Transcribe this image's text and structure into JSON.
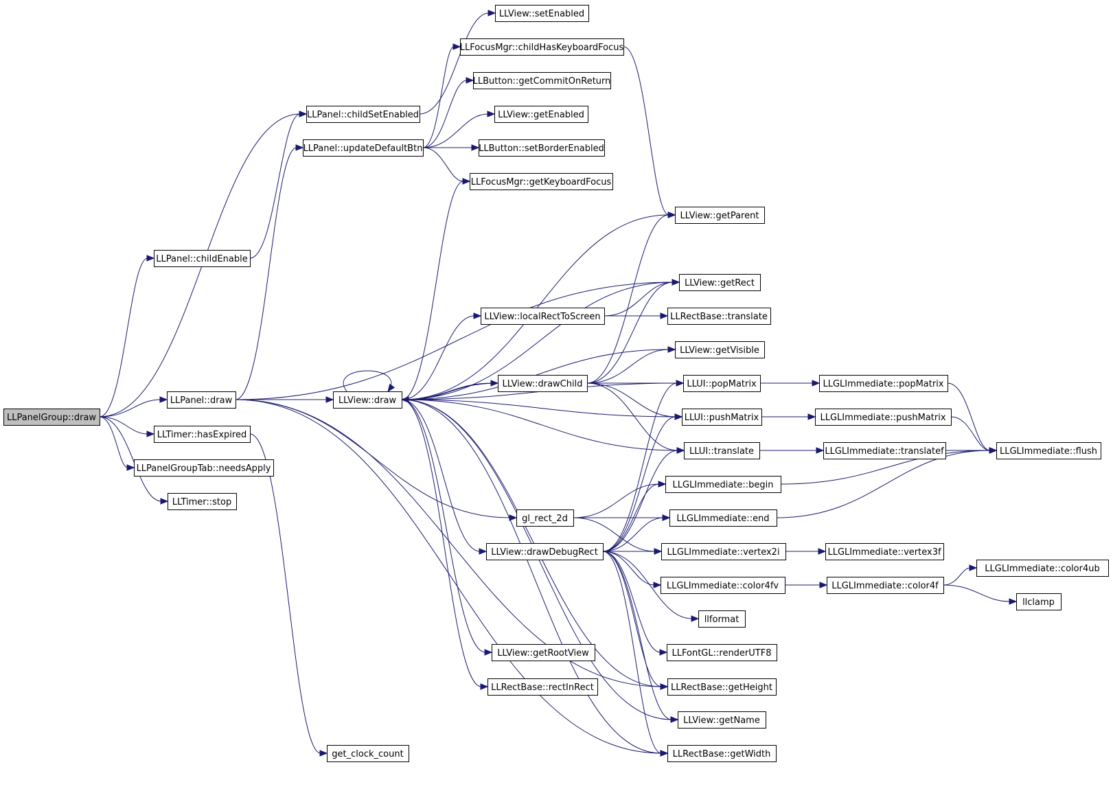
{
  "nodes": [
    {
      "id": "panelgroup_draw",
      "label": "LLPanelGroup::draw",
      "root": true
    },
    {
      "id": "panel_childsetenabled",
      "label": "LLPanel::childSetEnabled"
    },
    {
      "id": "panel_updatedefaultbtn",
      "label": "LLPanel::updateDefaultBtn"
    },
    {
      "id": "panel_childenable",
      "label": "LLPanel::childEnable"
    },
    {
      "id": "panel_draw",
      "label": "LLPanel::draw"
    },
    {
      "id": "timer_hasexpired",
      "label": "LLTimer::hasExpired"
    },
    {
      "id": "pgtab_needsapply",
      "label": "LLPanelGroupTab::needsApply"
    },
    {
      "id": "timer_stop",
      "label": "LLTimer::stop"
    },
    {
      "id": "get_clock_count",
      "label": "get_clock_count"
    },
    {
      "id": "view_setenabled",
      "label": "LLView::setEnabled"
    },
    {
      "id": "focus_childhaskbfocus",
      "label": "LLFocusMgr::childHasKeyboardFocus"
    },
    {
      "id": "button_getcommitonreturn",
      "label": "LLButton::getCommitOnReturn"
    },
    {
      "id": "view_getenabled",
      "label": "LLView::getEnabled"
    },
    {
      "id": "button_setborderenabled",
      "label": "LLButton::setBorderEnabled"
    },
    {
      "id": "focus_getkbfocus",
      "label": "LLFocusMgr::getKeyboardFocus"
    },
    {
      "id": "view_draw",
      "label": "LLView::draw"
    },
    {
      "id": "view_localrecttoscreen",
      "label": "LLView::localRectToScreen"
    },
    {
      "id": "view_drawchild",
      "label": "LLView::drawChild"
    },
    {
      "id": "gl_rect_2d",
      "label": "gl_rect_2d"
    },
    {
      "id": "view_drawdebugrect",
      "label": "LLView::drawDebugRect"
    },
    {
      "id": "view_getrootview",
      "label": "LLView::getRootView"
    },
    {
      "id": "rectbase_rectinrect",
      "label": "LLRectBase::rectInRect"
    },
    {
      "id": "view_getparent",
      "label": "LLView::getParent"
    },
    {
      "id": "view_getrect",
      "label": "LLView::getRect"
    },
    {
      "id": "rectbase_translate",
      "label": "LLRectBase::translate"
    },
    {
      "id": "view_getvisible",
      "label": "LLView::getVisible"
    },
    {
      "id": "ui_popmatrix",
      "label": "LLUI::popMatrix"
    },
    {
      "id": "ui_pushmatrix",
      "label": "LLUI::pushMatrix"
    },
    {
      "id": "ui_translate",
      "label": "LLUI::translate"
    },
    {
      "id": "gl_begin",
      "label": "LLGLImmediate::begin"
    },
    {
      "id": "gl_end",
      "label": "LLGLImmediate::end"
    },
    {
      "id": "gl_vertex2i",
      "label": "LLGLImmediate::vertex2i"
    },
    {
      "id": "gl_color4fv",
      "label": "LLGLImmediate::color4fv"
    },
    {
      "id": "llformat",
      "label": "llformat"
    },
    {
      "id": "fontgl_renderutf8",
      "label": "LLFontGL::renderUTF8"
    },
    {
      "id": "rectbase_getheight",
      "label": "LLRectBase::getHeight"
    },
    {
      "id": "view_getname",
      "label": "LLView::getName"
    },
    {
      "id": "rectbase_getwidth",
      "label": "LLRectBase::getWidth"
    },
    {
      "id": "gl_popmatrix",
      "label": "LLGLImmediate::popMatrix"
    },
    {
      "id": "gl_pushmatrix",
      "label": "LLGLImmediate::pushMatrix"
    },
    {
      "id": "gl_translatef",
      "label": "LLGLImmediate::translatef"
    },
    {
      "id": "gl_vertex3f",
      "label": "LLGLImmediate::vertex3f"
    },
    {
      "id": "gl_color4f",
      "label": "LLGLImmediate::color4f"
    },
    {
      "id": "gl_color4ub",
      "label": "LLGLImmediate::color4ub"
    },
    {
      "id": "llclamp",
      "label": "llclamp"
    },
    {
      "id": "gl_flush",
      "label": "LLGLImmediate::flush"
    }
  ],
  "edges": [
    [
      "panelgroup_draw",
      "panel_childsetenabled"
    ],
    [
      "panelgroup_draw",
      "panel_childenable"
    ],
    [
      "panelgroup_draw",
      "panel_draw"
    ],
    [
      "panelgroup_draw",
      "timer_hasexpired"
    ],
    [
      "panelgroup_draw",
      "pgtab_needsapply"
    ],
    [
      "panelgroup_draw",
      "timer_stop"
    ],
    [
      "panel_childenable",
      "panel_childsetenabled"
    ],
    [
      "panel_childsetenabled",
      "view_setenabled"
    ],
    [
      "panel_draw",
      "panel_updatedefaultbtn"
    ],
    [
      "panel_draw",
      "view_getrect"
    ],
    [
      "panel_draw",
      "view_draw"
    ],
    [
      "panel_draw",
      "gl_rect_2d"
    ],
    [
      "panel_draw",
      "rectbase_getheight"
    ],
    [
      "panel_draw",
      "rectbase_getwidth"
    ],
    [
      "timer_hasexpired",
      "get_clock_count"
    ],
    [
      "panel_updatedefaultbtn",
      "focus_childhaskbfocus"
    ],
    [
      "panel_updatedefaultbtn",
      "button_getcommitonreturn"
    ],
    [
      "panel_updatedefaultbtn",
      "view_getenabled"
    ],
    [
      "panel_updatedefaultbtn",
      "button_setborderenabled"
    ],
    [
      "panel_updatedefaultbtn",
      "focus_getkbfocus"
    ],
    [
      "focus_childhaskbfocus",
      "view_getparent"
    ],
    [
      "view_draw",
      "view_draw"
    ],
    [
      "view_draw",
      "focus_getkbfocus"
    ],
    [
      "view_draw",
      "view_getparent"
    ],
    [
      "view_draw",
      "view_getrect"
    ],
    [
      "view_draw",
      "view_localrecttoscreen"
    ],
    [
      "view_draw",
      "view_getvisible"
    ],
    [
      "view_draw",
      "view_drawchild"
    ],
    [
      "view_draw",
      "ui_popmatrix"
    ],
    [
      "view_draw",
      "ui_pushmatrix"
    ],
    [
      "view_draw",
      "ui_translate"
    ],
    [
      "view_draw",
      "view_drawdebugrect"
    ],
    [
      "view_draw",
      "view_getrootview"
    ],
    [
      "view_draw",
      "rectbase_rectinrect"
    ],
    [
      "view_draw",
      "rectbase_getheight"
    ],
    [
      "view_draw",
      "view_getname"
    ],
    [
      "view_draw",
      "rectbase_getwidth"
    ],
    [
      "view_localrecttoscreen",
      "view_getrect"
    ],
    [
      "view_localrecttoscreen",
      "rectbase_translate"
    ],
    [
      "view_drawchild",
      "view_draw"
    ],
    [
      "view_drawchild",
      "view_getparent"
    ],
    [
      "view_drawchild",
      "view_getrect"
    ],
    [
      "view_drawchild",
      "view_getvisible"
    ],
    [
      "view_drawchild",
      "ui_popmatrix"
    ],
    [
      "view_drawchild",
      "ui_pushmatrix"
    ],
    [
      "view_drawchild",
      "ui_translate"
    ],
    [
      "gl_rect_2d",
      "gl_begin"
    ],
    [
      "gl_rect_2d",
      "gl_end"
    ],
    [
      "gl_rect_2d",
      "gl_vertex2i"
    ],
    [
      "view_drawdebugrect",
      "ui_popmatrix"
    ],
    [
      "view_drawdebugrect",
      "ui_pushmatrix"
    ],
    [
      "view_drawdebugrect",
      "ui_translate"
    ],
    [
      "view_drawdebugrect",
      "gl_begin"
    ],
    [
      "view_drawdebugrect",
      "gl_end"
    ],
    [
      "view_drawdebugrect",
      "gl_vertex2i"
    ],
    [
      "view_drawdebugrect",
      "gl_color4fv"
    ],
    [
      "view_drawdebugrect",
      "llformat"
    ],
    [
      "view_drawdebugrect",
      "fontgl_renderutf8"
    ],
    [
      "view_drawdebugrect",
      "rectbase_getheight"
    ],
    [
      "view_drawdebugrect",
      "view_getname"
    ],
    [
      "view_drawdebugrect",
      "rectbase_getwidth"
    ],
    [
      "ui_popmatrix",
      "gl_popmatrix"
    ],
    [
      "ui_pushmatrix",
      "gl_pushmatrix"
    ],
    [
      "ui_translate",
      "gl_translatef"
    ],
    [
      "gl_vertex2i",
      "gl_vertex3f"
    ],
    [
      "gl_color4fv",
      "gl_color4f"
    ],
    [
      "gl_color4f",
      "gl_color4ub"
    ],
    [
      "gl_color4f",
      "llclamp"
    ],
    [
      "gl_popmatrix",
      "gl_flush"
    ],
    [
      "gl_pushmatrix",
      "gl_flush"
    ],
    [
      "gl_translatef",
      "gl_flush"
    ],
    [
      "gl_begin",
      "gl_flush"
    ],
    [
      "gl_end",
      "gl_flush"
    ]
  ]
}
